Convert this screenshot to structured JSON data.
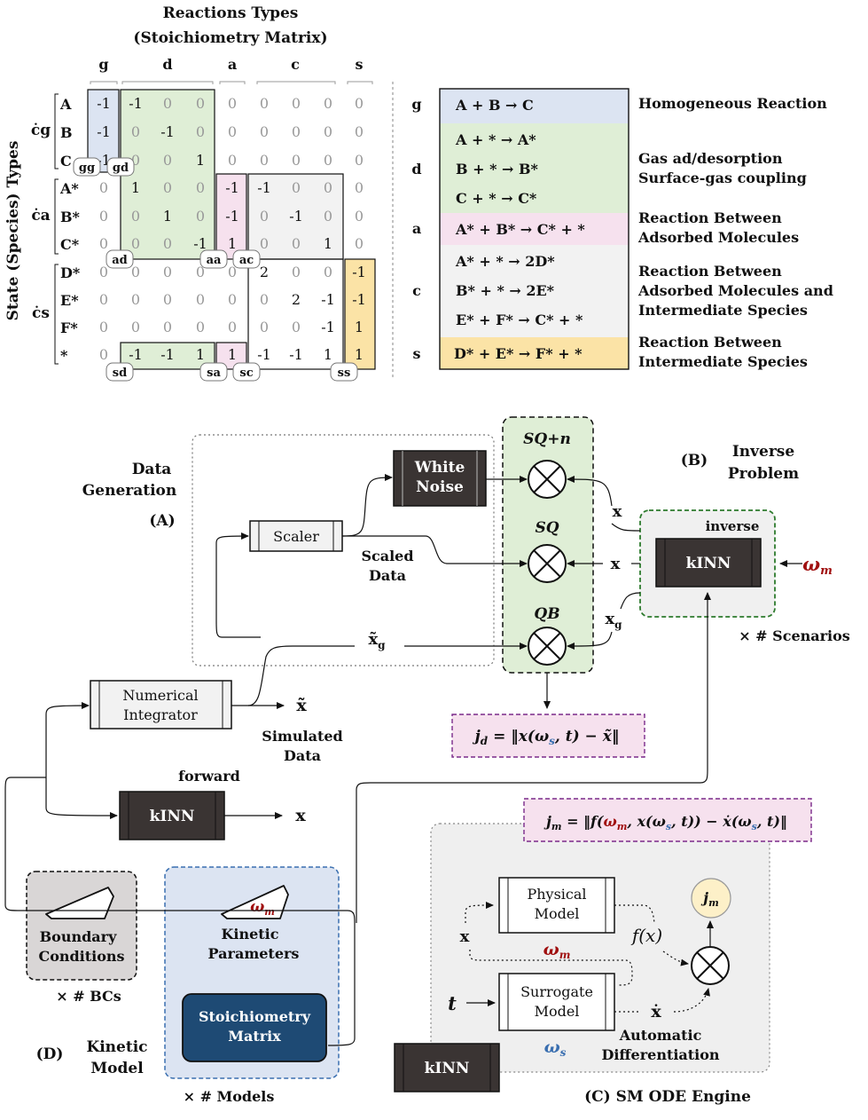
{
  "matrix": {
    "title_line1": "Reactions Types",
    "title_line2": "(Stoichiometry Matrix)",
    "col_groups": [
      "g",
      "d",
      "a",
      "c",
      "s"
    ],
    "side_label": "State (Species) Types",
    "row_groups": [
      "ċg",
      "ċa",
      "ċs"
    ],
    "rows": [
      "A",
      "B",
      "C",
      "A*",
      "B*",
      "C*",
      "D*",
      "E*",
      "F*",
      "*"
    ],
    "values": [
      [
        "-1",
        "-1",
        "0",
        "0",
        "0",
        "0",
        "0",
        "0",
        "0",
        "0"
      ],
      [
        "-1",
        "0",
        "-1",
        "0",
        "0",
        "0",
        "0",
        "0",
        "0",
        "0"
      ],
      [
        "-1",
        "0",
        "0",
        "1",
        "0",
        "0",
        "0",
        "0",
        "0",
        "0"
      ],
      [
        "0",
        "1",
        "0",
        "0",
        "-1",
        "-1",
        "0",
        "0",
        "0",
        "0"
      ],
      [
        "0",
        "0",
        "1",
        "0",
        "-1",
        "0",
        "-1",
        "0",
        "0",
        "0"
      ],
      [
        "0",
        "0",
        "0",
        "-1",
        "1",
        "0",
        "0",
        "1",
        "0",
        "0"
      ],
      [
        "0",
        "0",
        "0",
        "0",
        "0",
        "2",
        "0",
        "0",
        "-1",
        "0"
      ],
      [
        "0",
        "0",
        "0",
        "0",
        "0",
        "0",
        "2",
        "-1",
        "-1",
        "0"
      ],
      [
        "0",
        "0",
        "0",
        "0",
        "0",
        "0",
        "0",
        "-1",
        "1",
        "0"
      ],
      [
        "0",
        "-1",
        "-1",
        "1",
        "1",
        "-1",
        "-1",
        "1",
        "1",
        "0"
      ]
    ],
    "badges": [
      "gg",
      "gd",
      "ad",
      "aa",
      "ac",
      "sd",
      "sa",
      "sc",
      "ss"
    ]
  },
  "reactions": {
    "groups": [
      {
        "tag": "g",
        "eqs": [
          "A + B → C"
        ],
        "desc": [
          "Homogeneous Reaction"
        ],
        "color": "#dce4f2"
      },
      {
        "tag": "d",
        "eqs": [
          "A + * → A*",
          "B + * → B*",
          "C + * → C*"
        ],
        "desc": [
          "Gas ad/desorption",
          "Surface-gas coupling"
        ],
        "color": "#dfeed6"
      },
      {
        "tag": "a",
        "eqs": [
          "A* + B* → C* + *"
        ],
        "desc": [
          "Reaction Between",
          "Adsorbed Molecules"
        ],
        "color": "#f6e1ee"
      },
      {
        "tag": "c",
        "eqs": [
          "A* + * → 2D*",
          "B* + * → 2E*",
          "E* + F* → C* + *"
        ],
        "desc": [
          "Reaction Between",
          "Adsorbed Molecules and",
          "Intermediate Species"
        ],
        "color": "#f2f2f2"
      },
      {
        "tag": "s",
        "eqs": [
          "D* + E* → F* + *"
        ],
        "desc": [
          "Reaction Between",
          "Intermediate Species"
        ],
        "color": "#fbe3a6"
      }
    ]
  },
  "flow": {
    "data_generation": [
      "Data",
      "Generation"
    ],
    "label_a": "(A)",
    "white_noise": [
      "White",
      "Noise"
    ],
    "scaler": "Scaler",
    "scaled_data": [
      "Scaled",
      "Data"
    ],
    "sq_n": "SQ+n",
    "sq": "SQ",
    "qb": "QB",
    "x": "x",
    "xg": "x",
    "xg_sub": "g",
    "xg_tilde": "x̃",
    "label_b": "(B)",
    "inverse_problem": [
      "Inverse",
      "Problem"
    ],
    "inverse": "inverse",
    "kinn": "kINN",
    "omega_m": "ω",
    "omega_m_sub": "m",
    "scenarios": "× # Scenarios",
    "numerical_integrator": [
      "Numerical",
      "Integrator"
    ],
    "x_tilde": "x̃",
    "simulated_data": [
      "Simulated",
      "Data"
    ],
    "jd_formula": "j",
    "jd_sub": "d",
    "jd_rest": " = ‖x(ω",
    "jd_s": "s",
    "jd_end": ", t) − x̃‖",
    "forward": "forward",
    "jm_formula": "j",
    "jm_sub": "m",
    "jm_rest1": " = ‖f(",
    "jm_rest2": ", x(ω",
    "jm_rest3": ", t)) − ẋ(ω",
    "jm_rest4": ", t)‖",
    "physical_model": [
      "Physical",
      "Model"
    ],
    "surrogate_model": [
      "Surrogate",
      "Model"
    ],
    "fx": "f(x)",
    "t": "t",
    "xdot": "ẋ",
    "omega_s": "ω",
    "omega_s_sub": "s",
    "automatic_differentiation": [
      "Automatic",
      "Differentiation"
    ],
    "label_c": "(C) SM ODE Engine",
    "boundary_conditions": [
      "Boundary",
      "Conditions"
    ],
    "bcs": "× # BCs",
    "kinetic_parameters": [
      "Kinetic",
      "Parameters"
    ],
    "stoichiometry_matrix": [
      "Stoichiometry",
      "Matrix"
    ],
    "label_d": "(D)",
    "kinetic_model": [
      "Kinetic",
      "Model"
    ],
    "models": "× # Models"
  }
}
